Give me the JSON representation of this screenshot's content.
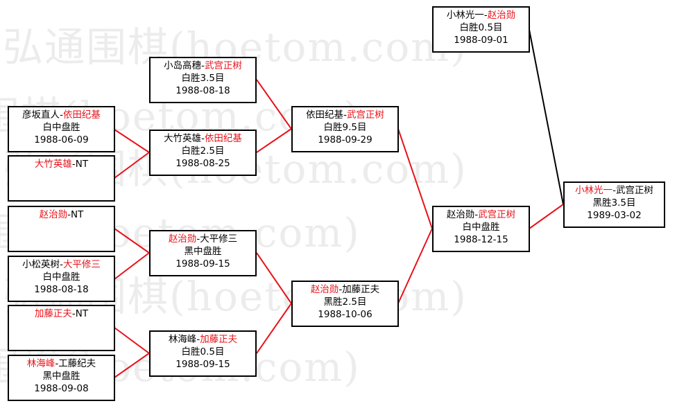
{
  "watermark": "弘通围棋(hoetom.com)",
  "colors": {
    "win_line": "#e8121a",
    "other_line": "#000000",
    "win_name": "#e8121a"
  },
  "matches": {
    "r1_1": {
      "p1": "彦坂直人",
      "p2": "依田纪基",
      "result": "白中盘胜",
      "date": "1988-06-09"
    },
    "r1_2": {
      "p1": "大竹英雄",
      "p2": "NT",
      "result": "",
      "date": ""
    },
    "r1_3": {
      "p1": "赵治勋",
      "p2": "NT",
      "result": "",
      "date": ""
    },
    "r1_4": {
      "p1": "小松英树",
      "p2": "大平修三",
      "result": "白中盘胜",
      "date": "1988-08-18"
    },
    "r1_5": {
      "p1": "加藤正夫",
      "p2": "NT",
      "result": "",
      "date": ""
    },
    "r1_6": {
      "p1": "林海峰",
      "p2": "工藤纪夫",
      "result": "黑中盘胜",
      "date": "1988-09-08"
    },
    "r2_1": {
      "p1": "小岛高穗",
      "p2": "武宫正树",
      "result": "白胜3.5目",
      "date": "1988-08-18"
    },
    "r2_2": {
      "p1": "大竹英雄",
      "p2": "依田纪基",
      "result": "白胜2.5目",
      "date": "1988-08-25"
    },
    "r2_3": {
      "p1": "赵治勋",
      "p2": "大平修三",
      "result": "黑中盘胜",
      "date": "1988-09-15"
    },
    "r2_4": {
      "p1": "林海峰",
      "p2": "加藤正夫",
      "result": "白胜0.5目",
      "date": "1988-09-15"
    },
    "r3_1": {
      "p1": "依田纪基",
      "p2": "武宫正树",
      "result": "白胜9.5目",
      "date": "1988-09-29"
    },
    "r3_2": {
      "p1": "赵治勋",
      "p2": "加藤正夫",
      "result": "黑胜2.5目",
      "date": "1988-10-06"
    },
    "semi": {
      "p1": "赵治勋",
      "p2": "武宫正树",
      "result": "白中盘胜",
      "date": "1988-12-15"
    },
    "top": {
      "p1": "小林光一",
      "p2": "赵治勋",
      "result": "白胜0.5目",
      "date": "1988-09-01"
    },
    "final": {
      "p1": "小林光一",
      "p2": "武宫正树",
      "result": "黑胜3.5目",
      "date": "1989-03-02"
    }
  }
}
